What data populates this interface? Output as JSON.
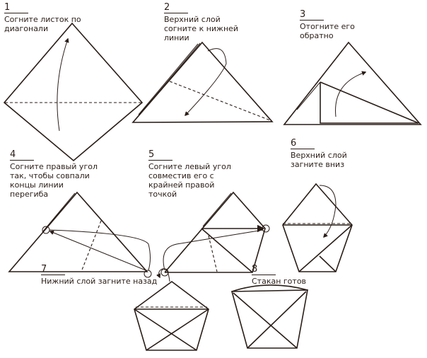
{
  "steps": [
    {
      "number": "1",
      "text": "Согните листок по диагонали"
    },
    {
      "number": "2",
      "text": "Верхний слой согните к нижней линии"
    },
    {
      "number": "3",
      "text": "Отогните его обратно"
    },
    {
      "number": "4",
      "text": "Согните правый угол так, чтобы совпали концы линии перегиба"
    },
    {
      "number": "5",
      "text": "Согните левый угол совместив его с крайней правой точкой"
    },
    {
      "number": "6",
      "text": "Верхний слой загните вниз"
    },
    {
      "number": "7",
      "text": "Нижний слой загните назад"
    },
    {
      "number": "8",
      "text": "Стакан готов"
    }
  ]
}
